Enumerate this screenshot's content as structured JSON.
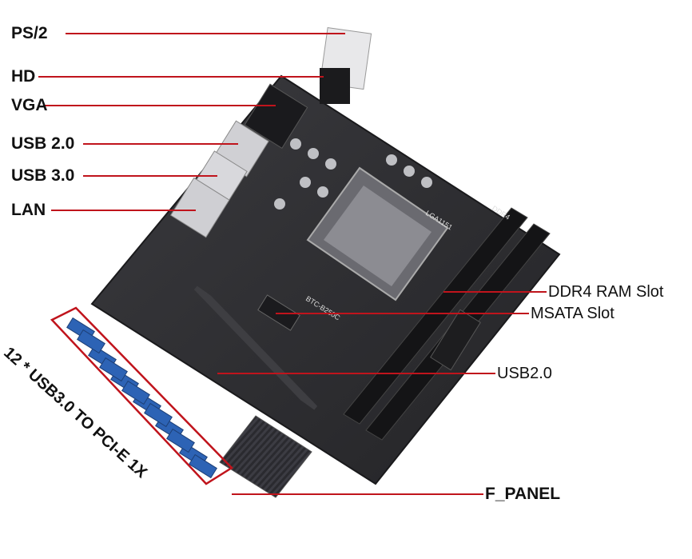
{
  "labels_left": [
    {
      "key": "ps2",
      "text": "PS/2"
    },
    {
      "key": "hd",
      "text": "HD"
    },
    {
      "key": "vga",
      "text": "VGA"
    },
    {
      "key": "usb20",
      "text": "USB 2.0"
    },
    {
      "key": "usb30",
      "text": "USB 3.0"
    },
    {
      "key": "lan",
      "text": "LAN"
    }
  ],
  "labels_right": [
    {
      "key": "ddr4",
      "text": "DDR4 RAM Slot"
    },
    {
      "key": "msata",
      "text": "MSATA Slot"
    },
    {
      "key": "usb2",
      "text": "USB2.0"
    },
    {
      "key": "fpanel",
      "text": "F_PANEL"
    }
  ],
  "side_caption": "12 * USB3.0 TO PCI-E 1X",
  "board_markings": {
    "socket": "LGA1151",
    "chipset": "BTC-B250C",
    "ddr": "DDR4"
  },
  "colors": {
    "callout_line": "#c0141c",
    "board": "#2b2b2e",
    "usb_port": "#2d63b5",
    "ram_slot": "#141416",
    "highlight_box": "#c0141c"
  }
}
